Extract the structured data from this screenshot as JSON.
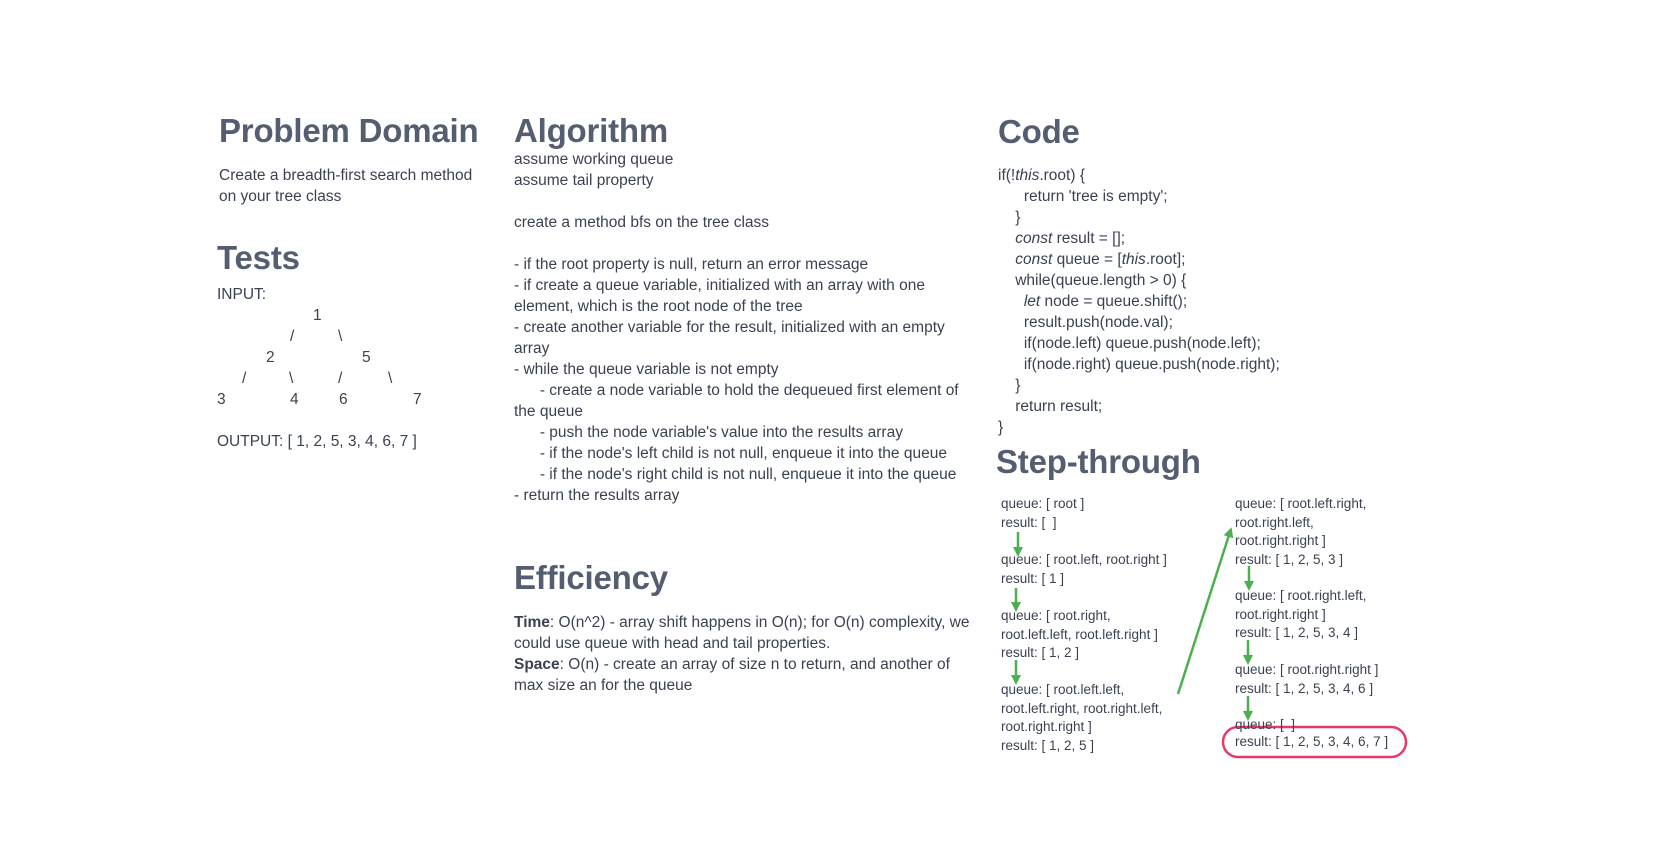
{
  "problem_domain": {
    "title": "Problem Domain",
    "text": "Create a breadth-first search method\non your tree class"
  },
  "tests": {
    "title": "Tests",
    "input_label": "INPUT:",
    "tree_nodes": [
      "1",
      "2",
      "5",
      "3",
      "4",
      "6",
      "7"
    ],
    "output": "OUTPUT: [ 1, 2, 5, 3, 4, 6, 7 ]"
  },
  "algorithm": {
    "title": "Algorithm",
    "lines": [
      "assume working queue",
      "assume tail property",
      "",
      "create a method bfs on the tree class",
      "",
      "- if the root property is null, return an error message",
      "- if create a queue variable, initialized with an array with one element, which is the root node of the tree",
      "- create another variable for the result, initialized with an empty array",
      "- while the queue variable is not empty",
      "      - create a node variable to hold the dequeued first element of the queue",
      "      - push the node variable's value into the results array",
      "      - if the node's left child is not null, enqueue it into the queue",
      "      - if the node's right child is not null, enqueue it into the queue",
      "- return the results array"
    ]
  },
  "efficiency": {
    "title": "Efficiency",
    "time_label": "Time",
    "time_text": ": O(n^2) - array shift happens in O(n); for O(n) complexity, we could use queue with head and tail properties.",
    "space_label": "Space",
    "space_text": ": O(n) - create an array of size n to return, and another of max size an for the queue"
  },
  "code": {
    "title": "Code",
    "lines": [
      "if(!this.root) {",
      "      return 'tree is empty';",
      "    }",
      "    const result = [];",
      "    const queue = [this.root];",
      "    while(queue.length > 0) {",
      "      let node = queue.shift();",
      "      result.push(node.val);",
      "      if(node.left) queue.push(node.left);",
      "      if(node.right) queue.push(node.right);",
      "    }",
      "    return result;",
      "}"
    ]
  },
  "step_through": {
    "title": "Step-through",
    "left_steps": [
      "queue: [ root ]\nresult: [  ]",
      "queue: [ root.left, root.right ]\nresult: [ 1 ]",
      "queue: [ root.right,\nroot.left.left, root.left.right ]\nresult: [ 1, 2 ]",
      "queue: [ root.left.left,\nroot.left.right, root.right.left,\nroot.right.right ]\nresult: [ 1, 2, 5 ]"
    ],
    "right_steps": [
      "queue: [ root.left.right,\nroot.right.left,\nroot.right.right ]\nresult: [ 1, 2, 5, 3 ]",
      "queue: [ root.right.left,\nroot.right.right ]\nresult: [ 1, 2, 5, 3, 4 ]",
      "queue: [ root.right.right ]\nresult: [ 1, 2, 5, 3, 4, 6 ]",
      "queue: [  ]"
    ],
    "final_result": "result: [ 1, 2, 5, 3, 4, 6, 7 ]"
  },
  "colors": {
    "heading": "#545e70",
    "text": "#3a4250",
    "arrow": "#4caf50",
    "highlight": "#e8396a"
  }
}
